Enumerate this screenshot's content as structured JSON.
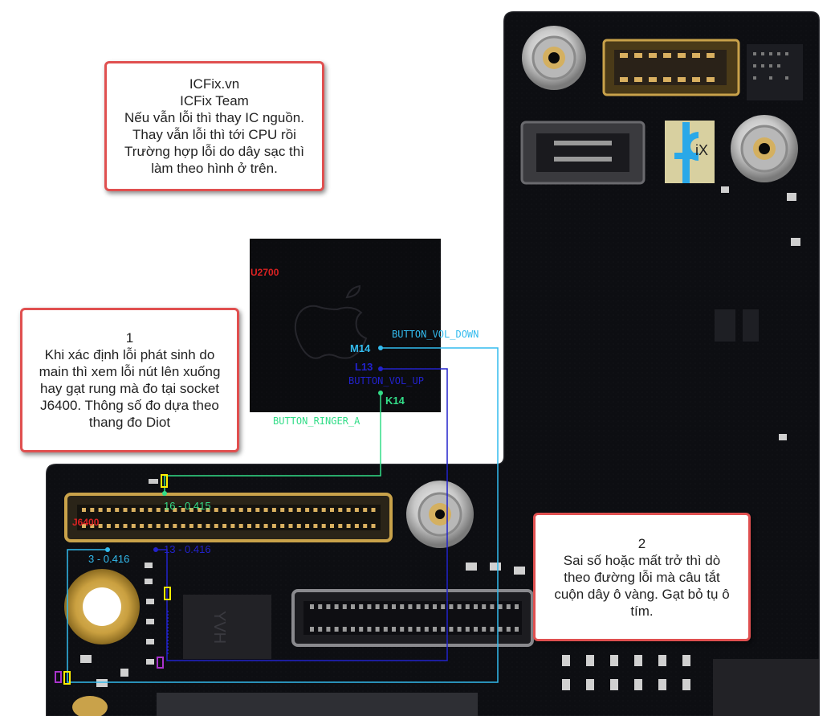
{
  "notes": {
    "top": {
      "lines": [
        "ICFix.vn",
        "ICFix Team",
        "Nếu vẫn lỗi thì thay IC nguồn.",
        "Thay vẫn lỗi thì tới CPU rồi",
        "Trường hợp lỗi do dây sạc thì",
        "làm theo hình ở trên."
      ]
    },
    "step1": {
      "lines": [
        "1",
        "Khi xác định lỗi phát sinh do",
        "main thì xem lỗi nút lên xuống",
        "hay gạt rung mà đo tại socket",
        "J6400. Thông số đo dựa theo",
        "thang đo Diot"
      ]
    },
    "step2": {
      "lines": [
        "2",
        "Sai số hoặc mất trở thì dò",
        "theo đường lỗi mà câu tắt",
        "cuộn dây ô vàng. Gạt bỏ tụ ô",
        "tím."
      ]
    }
  },
  "labels": {
    "u2700": "U2700",
    "j6400": "J6400",
    "button_vol_down": "BUTTON_VOL_DOWN",
    "button_vol_up": "BUTTON_VOL_UP",
    "button_ringer_a": "BUTTON_RINGER_A",
    "pin_m14": "M14",
    "pin_l13": "L13",
    "pin_k14": "K14",
    "meas_16": "16 - 0.415",
    "meas_3": "3 - 0.416",
    "meas_13": "13 - 0.416"
  },
  "colors": {
    "note_border": "#e05050",
    "vol_down_trace": "#33bbee",
    "vol_up_trace": "#2222cc",
    "ringer_trace": "#33dd88",
    "coil_box": "#ffee00",
    "capacitor_box": "#aa33cc",
    "designator_red": "#dd2222"
  },
  "icons": {
    "logo": "icfix-logo-icon"
  }
}
